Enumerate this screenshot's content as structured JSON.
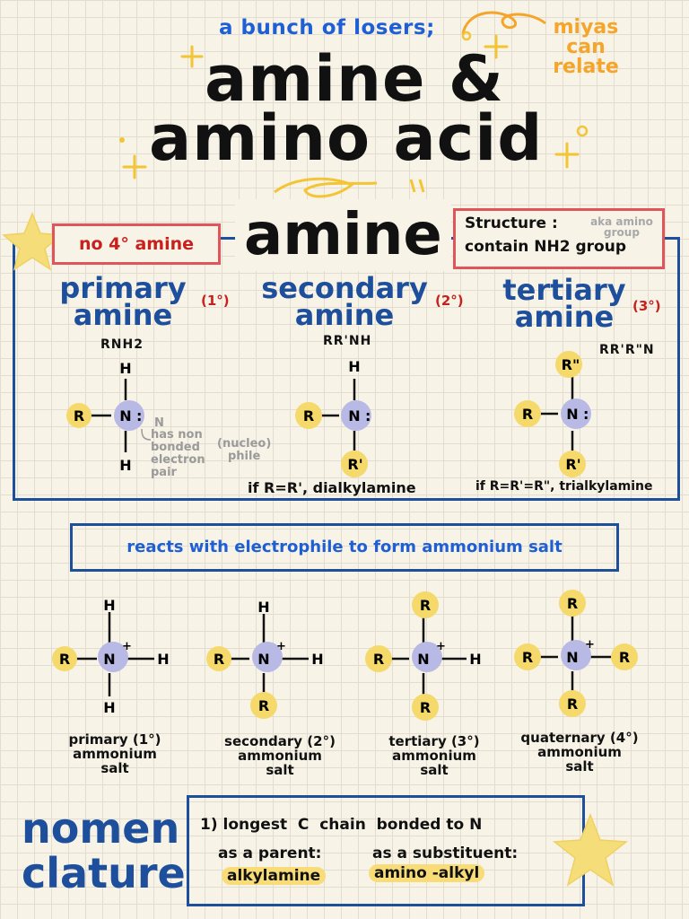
{
  "header": {
    "tagline": "a bunch of losers;",
    "side_note_lines": [
      "miyas",
      "can",
      "relate"
    ],
    "title_line1": "amine &",
    "title_line2": "amino acid"
  },
  "amine_section": {
    "heading": "amine",
    "no_quaternary_note": "no 4° amine",
    "structure_label": "Structure :",
    "structure_aka": "aka amino group",
    "structure_text": "contain NH2 group",
    "types": [
      {
        "name_line1": "primary",
        "name_line2": "amine",
        "degree": "(1°)",
        "formula": "RNH2",
        "atoms": {
          "top": "H",
          "left": "R",
          "center": "N",
          "bottom": "H"
        },
        "lone_pair": ":",
        "note_n": "N",
        "note_lines": [
          "has non",
          "bonded",
          "electron",
          "pair"
        ],
        "note_nucleophile": [
          "(nucleo)",
          "phile"
        ]
      },
      {
        "name_line1": "secondary",
        "name_line2": "amine",
        "degree": "(2°)",
        "formula": "RR'NH",
        "atoms": {
          "top": "H",
          "left": "R",
          "center": "N",
          "bottom": "R'"
        },
        "lone_pair": ":",
        "condition": "if R=R', dialkylamine"
      },
      {
        "name_line1": "tertiary",
        "name_line2": "amine",
        "degree": "(3°)",
        "formula": "RR'R\"N",
        "atoms": {
          "top": "R\"",
          "left": "R",
          "center": "N",
          "bottom": "R'"
        },
        "lone_pair": ":",
        "condition": "if R=R'=R\", trialkylamine"
      }
    ]
  },
  "reaction": {
    "text": "reacts with electrophile to form ammonium salt"
  },
  "salts": [
    {
      "label_line1": "primary (1°)",
      "label_line2": "ammonium",
      "label_line3": "salt",
      "atoms": {
        "top": "H",
        "left": "R",
        "right": "H",
        "bottom": "H"
      }
    },
    {
      "label_line1": "secondary (2°)",
      "label_line2": "ammonium",
      "label_line3": "salt",
      "atoms": {
        "top": "H",
        "left": "R",
        "right": "H",
        "bottom": "R"
      }
    },
    {
      "label_line1": "tertiary (3°)",
      "label_line2": "ammonium",
      "label_line3": "salt",
      "atoms": {
        "top": "R",
        "left": "R",
        "right": "H",
        "bottom": "R"
      }
    },
    {
      "label_line1": "quaternary (4°)",
      "label_line2": "ammonium",
      "label_line3": "salt",
      "atoms": {
        "top": "R",
        "left": "R",
        "right": "R",
        "bottom": "R"
      }
    }
  ],
  "salt_center": {
    "atom": "N",
    "charge": "+"
  },
  "nomenclature": {
    "heading_line1": "nomen",
    "heading_line2": "clature",
    "rule": "1) longest  C  chain  bonded to N",
    "parent_label": "as a parent:",
    "parent_name": "alkylamine",
    "substituent_label": "as a substituent:",
    "substituent_name": "amino -alkyl"
  },
  "colors": {
    "blue_dark": "#1d4f9c",
    "blue_bright": "#1f5fd6",
    "red": "#c8201e",
    "orange": "#f4a52a",
    "yellow_highlight": "#f7dc78",
    "nitrogen_purple": "#b9b9e6",
    "r_group_yellow": "#f5d96b"
  }
}
